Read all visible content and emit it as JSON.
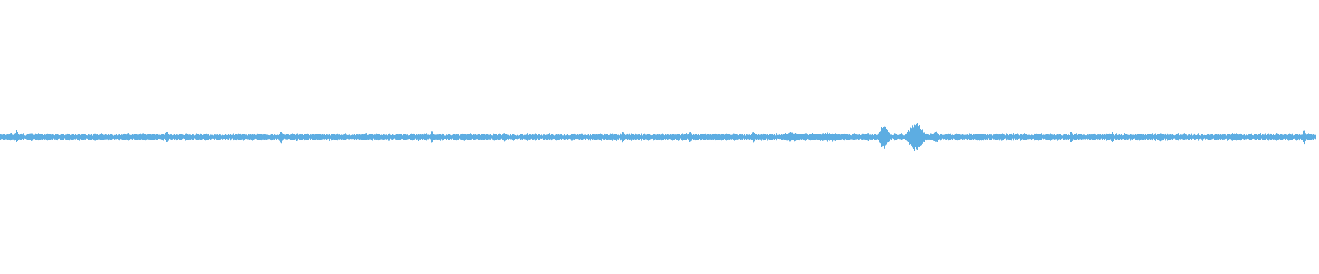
{
  "chart_data": {
    "type": "waveform",
    "color": "#5dade2",
    "background": "#ffffff",
    "axes": "none",
    "grid": false,
    "baseline_amplitude": 0.025,
    "events": [
      {
        "t": 0.0125,
        "amp": 0.05
      },
      {
        "t": 0.126,
        "amp": 0.05
      },
      {
        "t": 0.2125,
        "amp": 0.055
      },
      {
        "t": 0.3275,
        "amp": 0.055
      },
      {
        "t": 0.382,
        "amp": 0.04
      },
      {
        "t": 0.472,
        "amp": 0.045
      },
      {
        "t": 0.523,
        "amp": 0.045
      },
      {
        "t": 0.571,
        "amp": 0.045
      },
      {
        "t": 0.6,
        "amp": 0.035,
        "width": 0.01
      },
      {
        "t": 0.627,
        "amp": 0.035,
        "width": 0.012
      },
      {
        "t": 0.67,
        "amp": 0.09,
        "width": 0.004
      },
      {
        "t": 0.694,
        "amp": 0.11,
        "width": 0.006
      },
      {
        "t": 0.709,
        "amp": 0.045,
        "width": 0.003
      },
      {
        "t": 0.812,
        "amp": 0.05
      },
      {
        "t": 0.843,
        "amp": 0.045
      },
      {
        "t": 0.8795,
        "amp": 0.04
      },
      {
        "t": 0.9885,
        "amp": 0.06
      }
    ]
  }
}
